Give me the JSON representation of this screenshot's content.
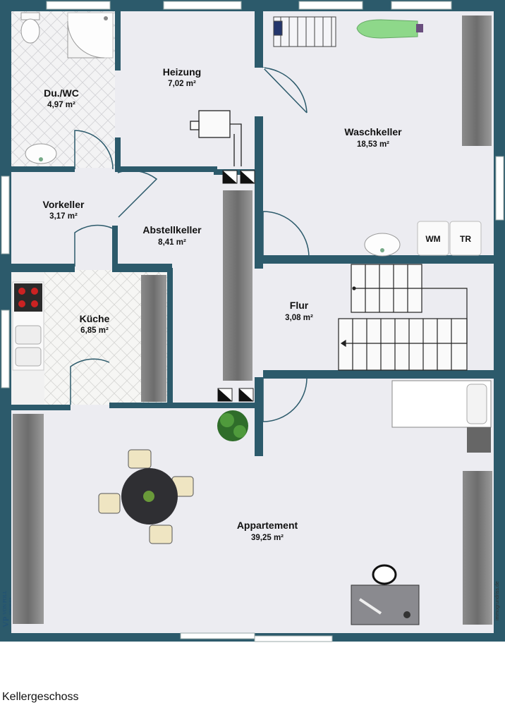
{
  "rooms": {
    "duwc": {
      "name": "Du./WC",
      "area": "4,97 m²"
    },
    "heizung": {
      "name": "Heizung",
      "area": "7,02 m²"
    },
    "waschkeller": {
      "name": "Waschkeller",
      "area": "18,53 m²"
    },
    "vorkeller": {
      "name": "Vorkeller",
      "area": "3,17 m²"
    },
    "abstellkeller": {
      "name": "Abstellkeller",
      "area": "8,41 m²"
    },
    "kueche": {
      "name": "Küche",
      "area": "6,85 m²"
    },
    "flur": {
      "name": "Flur",
      "area": "3,08 m²"
    },
    "appartement": {
      "name": "Appartement",
      "area": "39,25 m²"
    }
  },
  "appliances": {
    "washer": "WM",
    "dryer": "TR"
  },
  "floor_caption": "Kellergeschoss",
  "watermark": "immogrundriss.de",
  "logo": {
    "mark": "VP",
    "name": "VON POLL",
    "sub": "IMMOBILIEN"
  },
  "colors": {
    "wall": "#2c5a6b",
    "floor": "#ececf1",
    "tile": "#f4f4f4",
    "kitchen": "#f7f7f5"
  }
}
